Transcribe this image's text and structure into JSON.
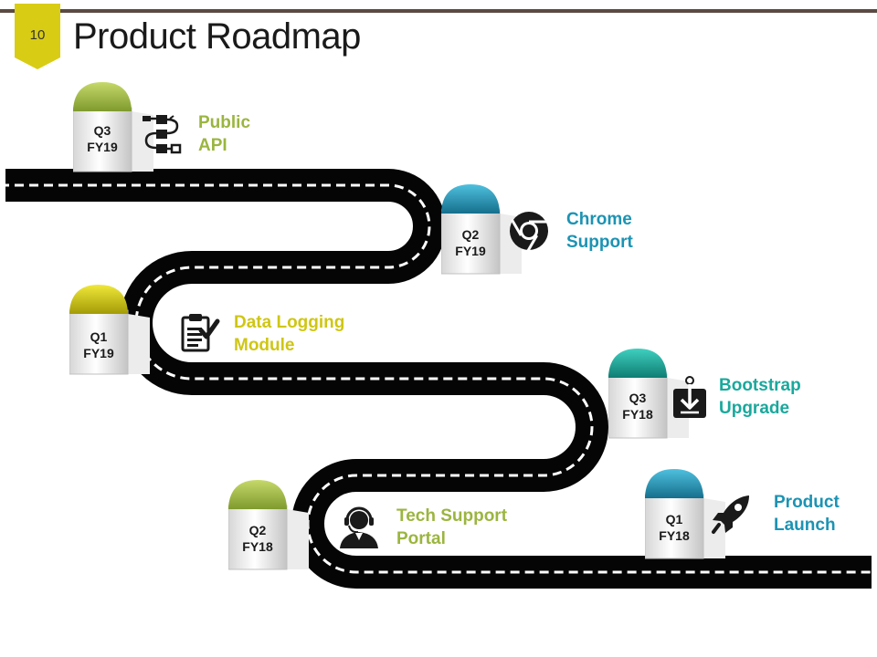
{
  "slide": {
    "number": "10",
    "title": "Product Roadmap"
  },
  "colors": {
    "green": "#9bb540",
    "blue": "#1c93b3",
    "yellow": "#cfc614",
    "teal": "#1aa89c",
    "road": "#050505",
    "accent": "#d9cc14"
  },
  "milestones": [
    {
      "id": "q3fy19",
      "quarter": "Q3",
      "fiscal_year": "FY19",
      "title_line1": "Public",
      "title_line2": "API",
      "color": "green",
      "icon": "api-flow-icon"
    },
    {
      "id": "q2fy19",
      "quarter": "Q2",
      "fiscal_year": "FY19",
      "title_line1": "Chrome",
      "title_line2": "Support",
      "color": "blue",
      "icon": "chrome-icon"
    },
    {
      "id": "q1fy19",
      "quarter": "Q1",
      "fiscal_year": "FY19",
      "title_line1": "Data Logging",
      "title_line2": "Module",
      "color": "yellow",
      "icon": "clipboard-check-icon"
    },
    {
      "id": "q3fy18",
      "quarter": "Q3",
      "fiscal_year": "FY18",
      "title_line1": "Bootstrap",
      "title_line2": "Upgrade",
      "color": "teal",
      "icon": "download-icon"
    },
    {
      "id": "q1fy18",
      "quarter": "Q1",
      "fiscal_year": "FY18",
      "title_line1": "Product",
      "title_line2": "Launch",
      "color": "blue",
      "icon": "rocket-icon"
    },
    {
      "id": "q2fy18",
      "quarter": "Q2",
      "fiscal_year": "FY18",
      "title_line1": "Tech Support",
      "title_line2": "Portal",
      "color": "green",
      "icon": "headset-support-icon"
    }
  ]
}
